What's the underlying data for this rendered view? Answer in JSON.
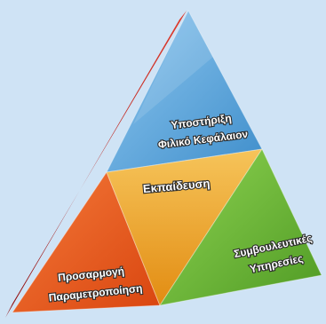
{
  "diagram": {
    "sections": {
      "top": {
        "lines": [
          "Υποστήριξη",
          "Φιλικό Κεφάλαιον"
        ],
        "color": "#5aa6dc"
      },
      "center": {
        "lines": [
          "Εκπαίδευση"
        ],
        "color": "#f2a623"
      },
      "right": {
        "lines": [
          "Συμβουλευτικές",
          "Υπηρεσίες"
        ],
        "color": "#6bbf38"
      },
      "left": {
        "lines": [
          "Προσαρμογή",
          "Παραμετροποίηση"
        ],
        "color": "#ee5a1e"
      }
    },
    "edge_color": "#c0161a",
    "background_color": "#cfe3f5"
  }
}
